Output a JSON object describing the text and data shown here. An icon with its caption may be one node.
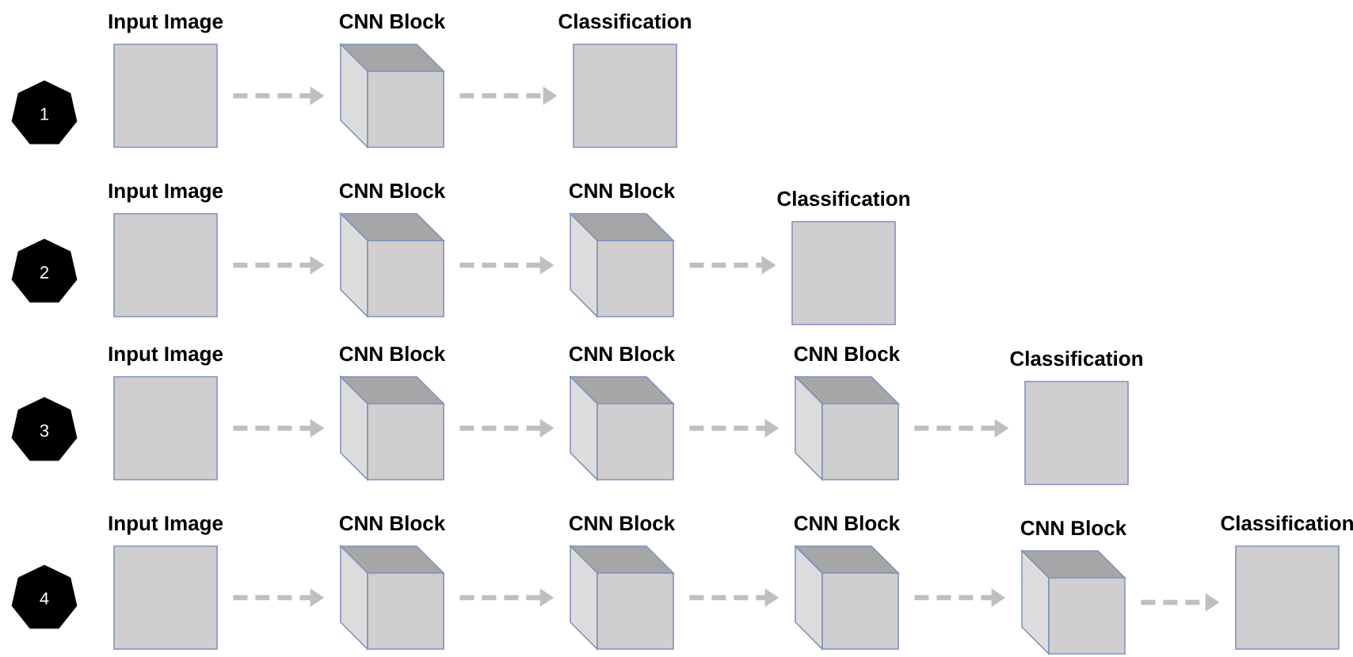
{
  "diagram": {
    "nodes": [
      {
        "text": [
          "1"
        ]
      },
      {
        "text": [
          "Input Image"
        ]
      },
      {
        "text": [
          "CNN Block"
        ]
      },
      {
        "text": [
          "Classification"
        ]
      },
      {
        "text": [
          "2"
        ]
      },
      {
        "text": [
          "Input Image"
        ]
      },
      {
        "text": [
          "CNN Block"
        ]
      },
      {
        "text": [
          "CNN Block"
        ]
      },
      {
        "text": [
          "Classification"
        ]
      },
      {
        "text": [
          "3"
        ]
      },
      {
        "text": [
          "Input Image"
        ]
      },
      {
        "text": [
          "CNN Block"
        ]
      },
      {
        "text": [
          "CNN Block"
        ]
      },
      {
        "text": [
          "CNN Block"
        ]
      },
      {
        "text": [
          "Classification"
        ]
      },
      {
        "text": [
          "4"
        ]
      },
      {
        "text": [
          "Input Image"
        ]
      },
      {
        "text": [
          "CNN Block"
        ]
      },
      {
        "text": [
          "CNN Block"
        ]
      },
      {
        "text": [
          "CNN Block"
        ]
      },
      {
        "text": [
          "CNN Block"
        ]
      },
      {
        "text": [
          "Classification"
        ]
      }
    ],
    "edges": [
      {
        "from": 1,
        "to": 2,
        "arrow": "to"
      },
      {
        "from": 2,
        "to": 3,
        "arrow": "to"
      },
      {
        "from": 5,
        "to": 6,
        "arrow": "to"
      },
      {
        "from": 6,
        "to": 7,
        "arrow": "to"
      },
      {
        "from": 7,
        "to": 8,
        "arrow": "to"
      },
      {
        "from": 10,
        "to": 11,
        "arrow": "to"
      },
      {
        "from": 11,
        "to": 12,
        "arrow": "to"
      },
      {
        "from": 12,
        "to": 13,
        "arrow": "to"
      },
      {
        "from": 13,
        "to": 14,
        "arrow": "to"
      },
      {
        "from": 16,
        "to": 17,
        "arrow": "to"
      },
      {
        "from": 17,
        "to": 18,
        "arrow": "to"
      },
      {
        "from": 18,
        "to": 19,
        "arrow": "to"
      },
      {
        "from": 19,
        "to": 20,
        "arrow": "to"
      },
      {
        "from": 20,
        "to": 21,
        "arrow": "to"
      }
    ]
  }
}
